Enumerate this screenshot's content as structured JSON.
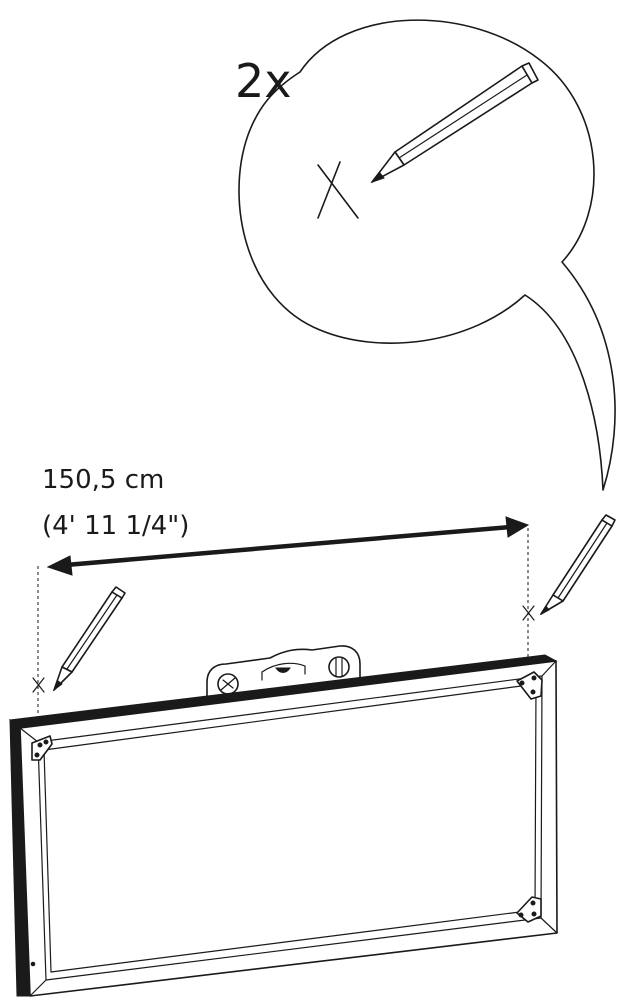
{
  "callout": {
    "quantity_label": "2x"
  },
  "measurement": {
    "metric_label": "150,5 cm",
    "imperial_label": "(4' 11 1/4\")"
  }
}
